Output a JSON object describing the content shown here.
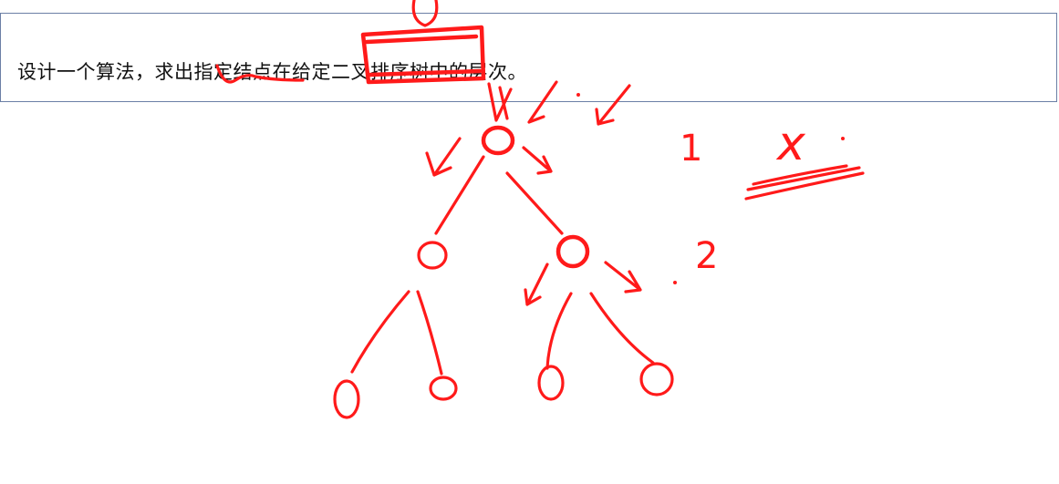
{
  "question": {
    "text": "设计一个算法，求出指定结点在给定二叉排序树中的层次。"
  },
  "annotations": {
    "level_1": "1",
    "level_2": "2",
    "variable": "x",
    "ink_color": "#ff1a1a"
  }
}
